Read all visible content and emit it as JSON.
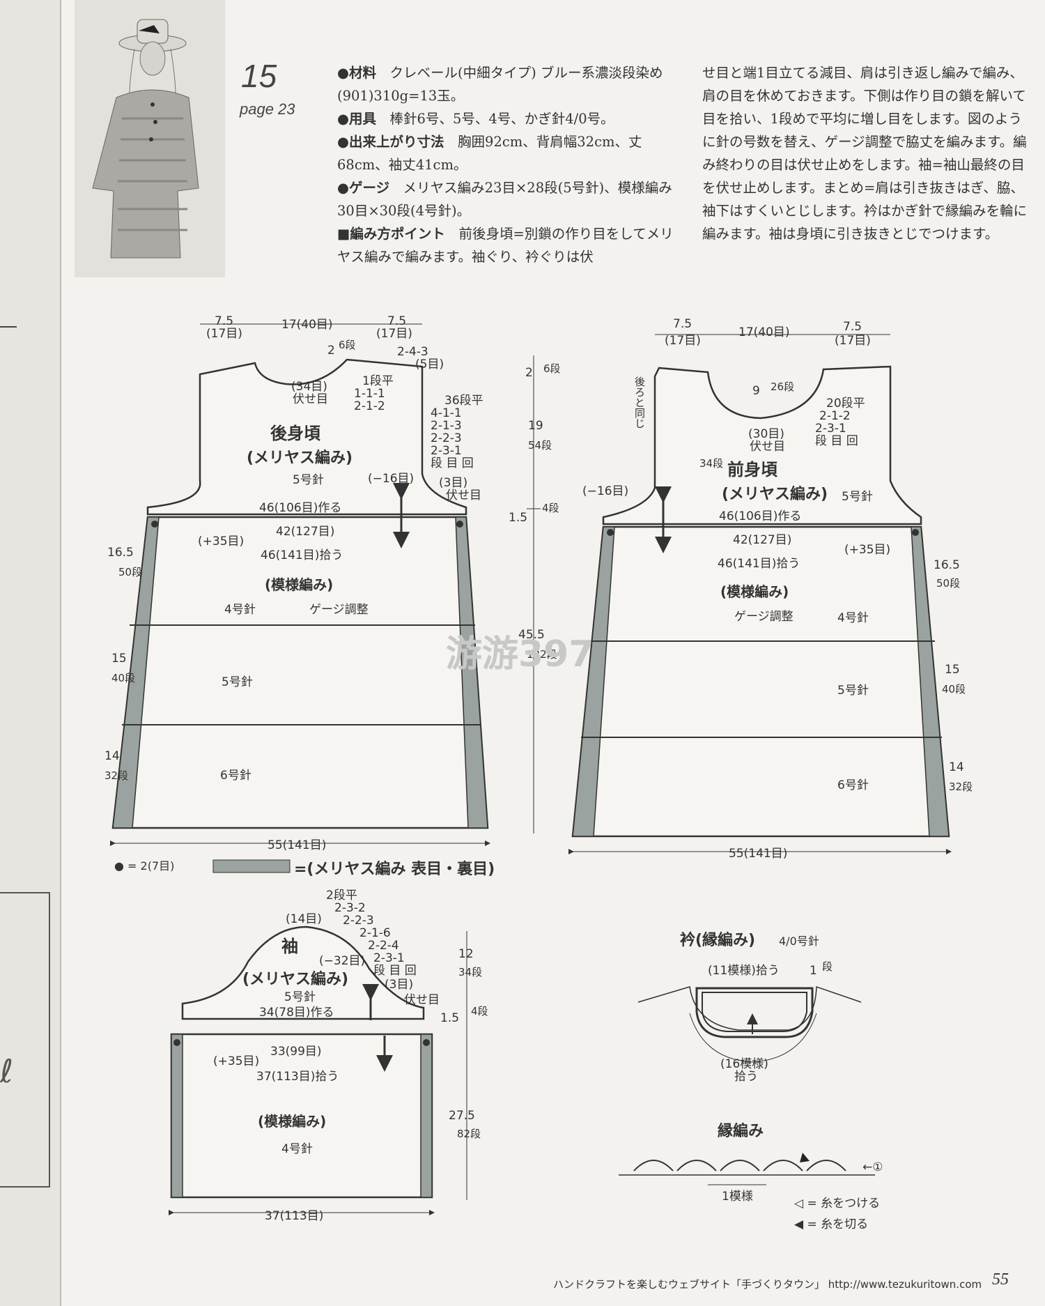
{
  "pattern": {
    "number": "15",
    "page_ref": "page 23"
  },
  "col1": [
    {
      "label": "●材料",
      "text": "クレベール(中細タイプ) ブルー系濃淡段染め(901)310g=13玉。"
    },
    {
      "label": "●用具",
      "text": "棒針6号、5号、4号、かぎ針4/0号。"
    },
    {
      "label": "●出来上がり寸法",
      "text": "胸囲92cm、背肩幅32cm、丈68cm、袖丈41cm。"
    },
    {
      "label": "●ゲージ",
      "text": "メリヤス編み23目×28段(5号針)、模様編み30目×30段(4号針)。"
    },
    {
      "label": "■編み方ポイント",
      "text": "前後身頃=別鎖の作り目をしてメリヤス編みで編みます。袖ぐり、衿ぐりは伏"
    }
  ],
  "col2": "せ目と端1目立てる減目、肩は引き返し編みで編み、肩の目を休めておきます。下側は作り目の鎖を解いて目を拾い、1段めで平均に増し目をします。図のように針の号数を替え、ゲージ調整で脇丈を編みます。編み終わりの目は伏せ止めをします。袖=袖山最終の目を伏せ止めします。まとめ=肩は引き抜きはぎ、脇、袖下はすくいとじします。衿はかぎ針で縁編みを輪に編みます。袖は身頃に引き抜きとじでつけます。",
  "back": {
    "title": "後身頃",
    "subtitle": "(メリヤス編み)",
    "needle": "5号針",
    "top_shoulder": "7.5",
    "top_shoulder_st": "(17目)",
    "top_neck": "17(40目)",
    "neck_depth": "2",
    "neck_depth_rows": "6段",
    "shoulder_dec": "2-4-3",
    "shoulder_dec_n": "(5目)",
    "neck_bind": "(34目)",
    "neck_bind_lbl": "伏せ目",
    "neck_dec": [
      "1段平",
      "1-1-1",
      "2-1-2"
    ],
    "arm_dec": [
      "36段平",
      "4-1-1",
      "2-1-3",
      "2-2-3",
      "2-3-1",
      "段 目 回"
    ],
    "arm_bind": "(3目)",
    "arm_bind_lbl": "伏せ目",
    "dec16": "(−16目)",
    "cast_on": "46(106目)作る",
    "inc_row": "42(127目)",
    "inc35": "(+35目)",
    "pickup": "46(141目)拾う",
    "pattern_lbl": "(模様編み)",
    "needle4": "4号針",
    "gauge_adj": "ゲージ調整",
    "needle5": "5号針",
    "needle6": "6号針",
    "side1": "16.5",
    "side1_rows": "50段",
    "side2": "15",
    "side2_rows": "40段",
    "side3": "14",
    "side3_rows": "32段",
    "bottom": "55(141目)"
  },
  "center_dims": {
    "top": "2",
    "top_rows": "6段",
    "armhole": "19",
    "armhole_rows": "54段",
    "yoke": "1.5",
    "yoke_rows": "4段",
    "body": "45.5",
    "body_rows": "122段"
  },
  "front": {
    "title": "前身頃",
    "subtitle": "(メリヤス編み)",
    "needle": "5号針",
    "top_shoulder": "7.5",
    "top_shoulder_st": "(17目)",
    "top_neck": "17(40目)",
    "same_as_back": "後ろと同じ",
    "neck_depth": "9",
    "neck_depth_rows": "26段",
    "neck_dec": [
      "20段平",
      "2-1-2",
      "2-3-1",
      "段 目 回"
    ],
    "neck_bind": "(30目)",
    "neck_bind_lbl": "伏せ目",
    "arm_rows": "34段",
    "dec16": "(−16目)",
    "cast_on": "46(106目)作る",
    "inc_row": "42(127目)",
    "inc35": "(+35目)",
    "pickup": "46(141目)拾う",
    "pattern_lbl": "(模様編み)",
    "gauge_adj": "ゲージ調整",
    "needle4": "4号針",
    "needle5": "5号針",
    "needle6": "6号針",
    "side1": "16.5",
    "side1_rows": "50段",
    "side2": "15",
    "side2_rows": "40段",
    "side3": "14",
    "side3_rows": "32段",
    "bottom": "55(141目)"
  },
  "legend": {
    "dot": "● = 2(7目)",
    "bar": "=(メリヤス編み 表目・裏目)"
  },
  "sleeve": {
    "title": "袖",
    "subtitle": "(メリヤス編み)",
    "needle": "5号針",
    "cap_top": "(14目)",
    "cap_dec": [
      "2段平",
      "2-3-2",
      "2-2-3",
      "2-1-6",
      "2-2-4",
      "2-3-1",
      "段 目 回"
    ],
    "dec32": "(−32目)",
    "bind": "(3目)",
    "bind_lbl": "伏せ目",
    "cast_on": "34(78目)作る",
    "inc_row": "33(99目)",
    "inc35": "(+35目)",
    "pickup": "37(113目)拾う",
    "pattern_lbl": "(模様編み)",
    "needle4": "4号針",
    "cap_h": "12",
    "cap_rows": "34段",
    "yoke": "1.5",
    "yoke_rows": "4段",
    "body": "27.5",
    "body_rows": "82段",
    "bottom": "37(113目)"
  },
  "collar": {
    "title": "衿(縁編み)",
    "hook": "4/0号針",
    "top_lbl": "(11模様)拾う",
    "side": "1",
    "side_rows": "段",
    "bottom_lbl": "(16模様)",
    "bottom_lbl2": "拾う"
  },
  "edging": {
    "title": "縁編み",
    "repeat": "1模様",
    "start": "←①",
    "attach": "◁ = 糸をつける",
    "cut": "◀ = 糸を切る"
  },
  "watermark": "游游397",
  "footer": {
    "site": "ハンドクラフトを楽しむウェブサイト「手づくりタウン」  http://www.tezukuritown.com",
    "page": "55"
  }
}
